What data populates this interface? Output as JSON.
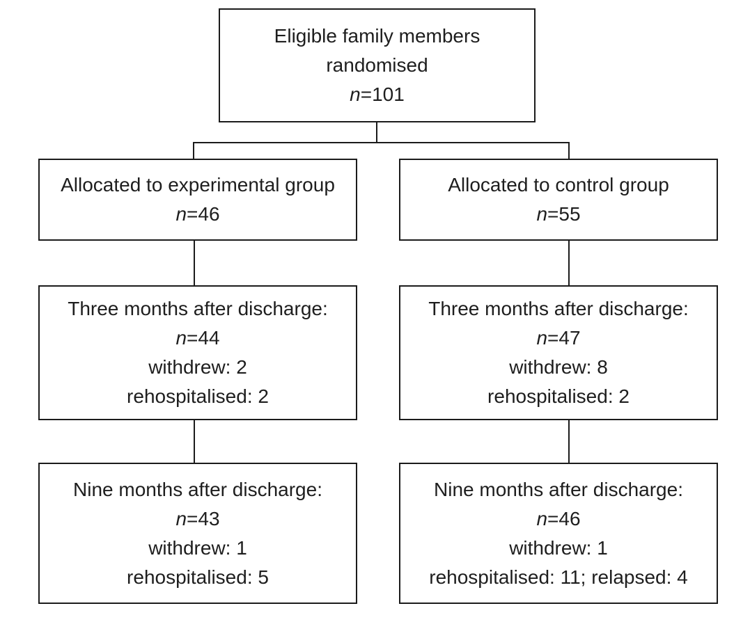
{
  "diagram": {
    "type": "randomised-trial-flow",
    "colors": {
      "background": "#ffffff",
      "box_fill": "#ffffff",
      "border": "#1b1b1b",
      "text": "#1e1e1e"
    },
    "boxes": {
      "randomised": {
        "lines": [
          "Eligible family members",
          "randomised",
          "n=101"
        ]
      },
      "experimental_allocated": {
        "lines": [
          "Allocated to experimental group",
          "n=46"
        ]
      },
      "control_allocated": {
        "lines": [
          "Allocated to control group",
          "n=55"
        ]
      },
      "experimental_3mo": {
        "lines": [
          "Three months after discharge:",
          "n=44",
          "withdrew: 2",
          "rehospitalised: 2"
        ]
      },
      "control_3mo": {
        "lines": [
          "Three months after discharge:",
          "n=47",
          "withdrew: 8",
          "rehospitalised: 2"
        ]
      },
      "experimental_9mo": {
        "lines": [
          "Nine months after discharge:",
          "n=43",
          "withdrew: 1",
          "rehospitalised: 5"
        ]
      },
      "control_9mo": {
        "lines": [
          "Nine months after discharge:",
          "n=46",
          "withdrew: 1",
          "rehospitalised: 11; relapsed: 4"
        ]
      }
    }
  }
}
